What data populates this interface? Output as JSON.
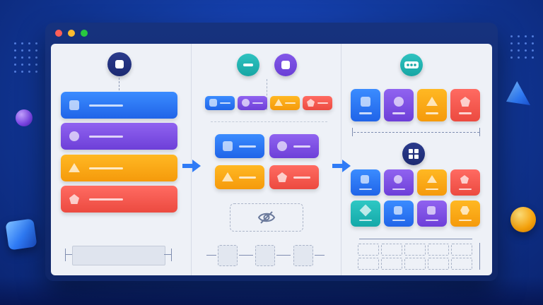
{
  "window": {
    "traffic_lights": {
      "close": "#ff5f57",
      "minimize": "#febc2e",
      "maximize": "#28c840"
    }
  },
  "colors": {
    "blue": "#2f7bf6",
    "purple": "#7b4ee3",
    "orange": "#fbab17",
    "red": "#f5574d",
    "teal": "#22b8b6",
    "navy": "#233482",
    "flow_arrow": "#2f7bf6"
  },
  "panels": {
    "left": {
      "header_icon": "square-icon",
      "rows": [
        {
          "color": "blue",
          "icon": "square-icon"
        },
        {
          "color": "purple",
          "icon": "circle-icon"
        },
        {
          "color": "orange",
          "icon": "triangle-icon"
        },
        {
          "color": "red",
          "icon": "pentagon-icon"
        }
      ],
      "footer": "width-span-bar"
    },
    "middle": {
      "header_icons": [
        "minus-icon",
        "square-icon"
      ],
      "chips": [
        {
          "color": "blue",
          "icon": "square-icon"
        },
        {
          "color": "purple",
          "icon": "circle-icon"
        },
        {
          "color": "orange",
          "icon": "triangle-icon"
        },
        {
          "color": "red",
          "icon": "pentagon-icon"
        }
      ],
      "grid": [
        {
          "color": "blue",
          "icon": "square-icon"
        },
        {
          "color": "purple",
          "icon": "circle-icon"
        },
        {
          "color": "orange",
          "icon": "triangle-icon"
        },
        {
          "color": "red",
          "icon": "pentagon-icon"
        }
      ],
      "hidden_icon": "eye-off-icon",
      "footer": "spacing-boxes"
    },
    "right": {
      "header_top_icon": "dots-icon",
      "header_mid_icon": "grid-icon",
      "tiles_row": [
        {
          "color": "blue",
          "icon": "square-icon"
        },
        {
          "color": "purple",
          "icon": "circle-icon"
        },
        {
          "color": "orange",
          "icon": "triangle-icon"
        },
        {
          "color": "red",
          "icon": "pentagon-icon"
        }
      ],
      "grid_rows": [
        [
          {
            "color": "blue",
            "icon": "square-icon"
          },
          {
            "color": "purple",
            "icon": "circle-icon"
          },
          {
            "color": "orange",
            "icon": "triangle-icon"
          },
          {
            "color": "red",
            "icon": "pentagon-icon"
          }
        ],
        [
          {
            "color": "teal",
            "icon": "diamond-icon"
          },
          {
            "color": "blue",
            "icon": "square-icon"
          },
          {
            "color": "purple",
            "icon": "square-icon"
          },
          {
            "color": "orange",
            "icon": "hexagon-icon"
          }
        ]
      ],
      "footer": "responsive-table-outline"
    }
  },
  "decorations": [
    "purple-sphere",
    "blue-cube",
    "blue-pyramid",
    "orange-sphere",
    "dot-grid"
  ]
}
